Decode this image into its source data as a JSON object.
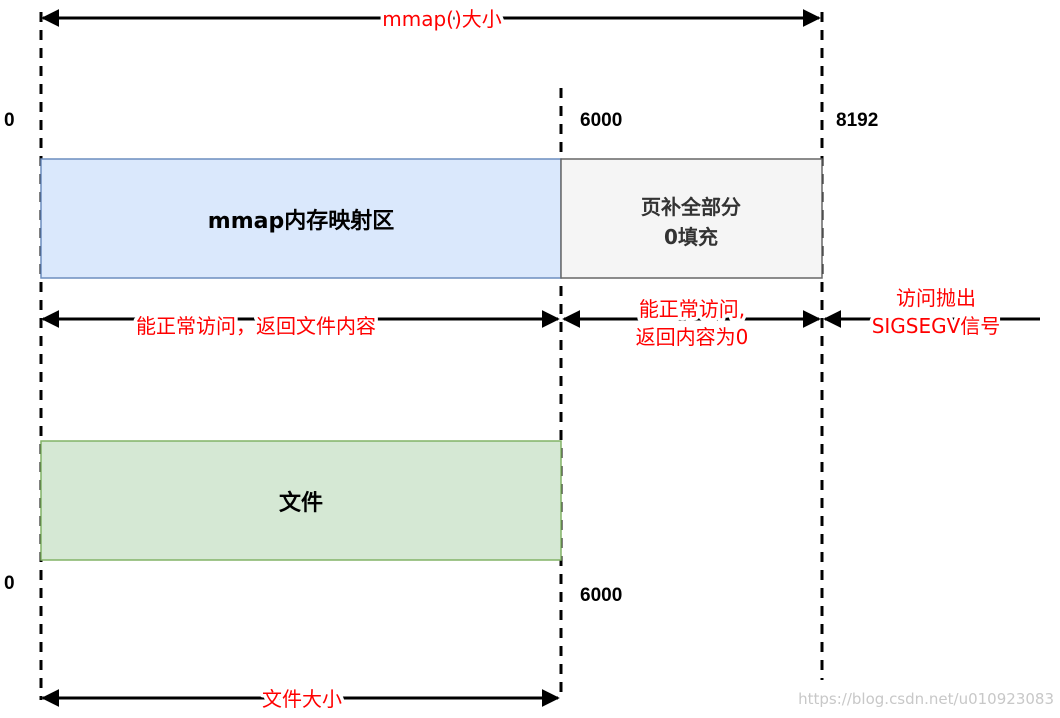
{
  "colors": {
    "label_red": "#ff0000",
    "mmap_region_fill": "#dae8fc",
    "mmap_region_border": "#6c8ebf",
    "padding_fill": "#f5f5f5",
    "padding_border": "#666666",
    "file_fill": "#d5e8d4",
    "file_border": "#82b366",
    "line": "#000000",
    "watermark": "#c8c8c8"
  },
  "top_span": {
    "label": "mmap()大小"
  },
  "offsets_top": {
    "start": "0",
    "middle": "6000",
    "end": "8192"
  },
  "offsets_bottom": {
    "start": "0",
    "middle": "6000"
  },
  "mmap_region": {
    "label": "mmap内存映射区"
  },
  "padding_region": {
    "line1": "页补全部分",
    "line2": "0填充"
  },
  "access": {
    "normal": "能正常访问，返回文件内容",
    "padding_line1": "能正常访问,",
    "padding_line2": "返回内容为0",
    "beyond_line1": "访问抛出",
    "beyond_line2": "SIGSEGV信号"
  },
  "file_region": {
    "label": "文件"
  },
  "bottom_span": {
    "label": "文件大小"
  },
  "watermark": "https://blog.csdn.net/u010923083"
}
